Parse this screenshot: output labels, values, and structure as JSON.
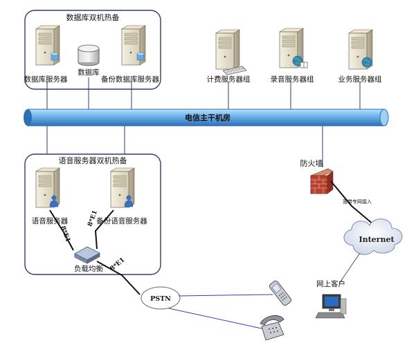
{
  "groups": {
    "db_cluster": "数据库双机热备",
    "voice_cluster": "语音服务器双机热备"
  },
  "nodes": {
    "db_server": "数据库服务器",
    "database": "数据库",
    "backup_db_server": "备份数据库服务器",
    "billing_servers": "计费服务器组",
    "recording_servers": "录音服务器组",
    "business_servers": "业务服务器组",
    "backbone": "电信主干机房",
    "voice_server": "语音服务器",
    "backup_voice_server": "备份语音服务器",
    "load_balancer": "负载均衡",
    "firewall": "防火墙",
    "pstn": "PSTN",
    "internet": "Internet",
    "online_customer": "网上客户"
  },
  "links": {
    "e1_a": "8*E1",
    "e1_b": "8*E1",
    "e1_c": "8*E1",
    "isp_line": "宽带专网接入"
  },
  "colors": {
    "pipe": "#6ab0e8",
    "group_border": "#2a3d6e",
    "link_blue": "#2f3fb8",
    "firewall": "#b9412f"
  }
}
